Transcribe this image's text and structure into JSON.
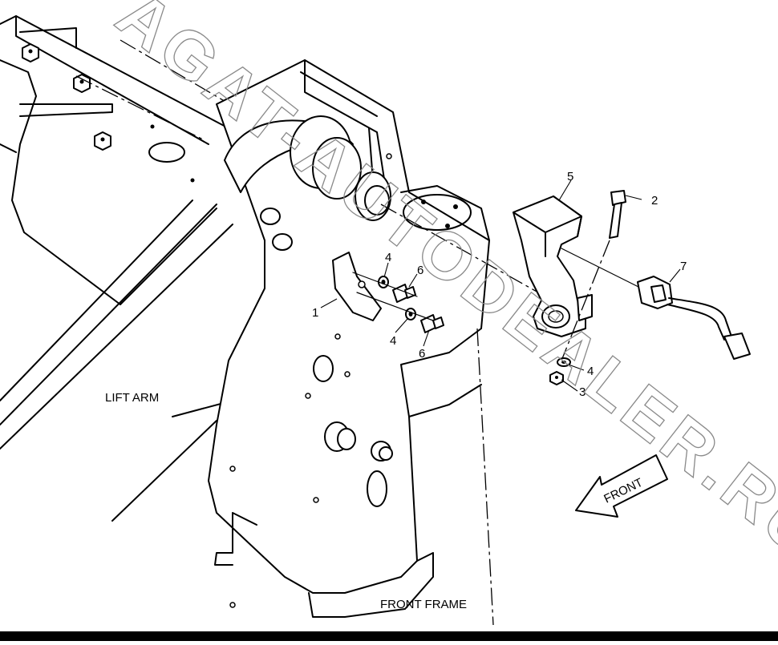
{
  "labels": {
    "lift_arm": "LIFT ARM",
    "front_frame": "FRONT FRAME",
    "front_arrow": "FRONT"
  },
  "callouts": {
    "c1": "1",
    "c2": "2",
    "c3": "3",
    "c4a": "4",
    "c4b": "4",
    "c4c": "4",
    "c5": "5",
    "c6a": "6",
    "c6b": "6",
    "c7": "7"
  },
  "watermark": "AGAT-AUTODEALER.RU"
}
